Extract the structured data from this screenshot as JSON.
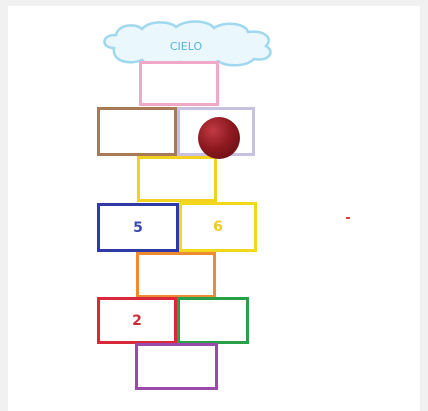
{
  "cloud": {
    "label": "CIELO",
    "color": "#9fd8ef",
    "text_color": "#5ab4d8"
  },
  "squares": [
    {
      "id": "sq-top",
      "label": "",
      "border": "#f0a8c8"
    },
    {
      "id": "sq-left-4",
      "label": "",
      "border": "#a87a58"
    },
    {
      "id": "sq-right-4",
      "label": "",
      "border": "#c8c0e0"
    },
    {
      "id": "sq-mid-3",
      "label": "",
      "border": "#f2d21e"
    },
    {
      "id": "sq-5",
      "label": "5",
      "border": "#2e3aa8"
    },
    {
      "id": "sq-6",
      "label": "6",
      "border": "#f2d81a"
    },
    {
      "id": "sq-orange",
      "label": "",
      "border": "#ee8a32"
    },
    {
      "id": "sq-2",
      "label": "2",
      "border": "#d8283a"
    },
    {
      "id": "sq-green",
      "label": "",
      "border": "#28a048"
    },
    {
      "id": "sq-bottom",
      "label": "",
      "border": "#9a4aa8"
    }
  ],
  "label_colors": {
    "5": "#3a4ab0",
    "6": "#eec820",
    "2": "#cc2a36"
  },
  "ball_color": "#8e1a20"
}
